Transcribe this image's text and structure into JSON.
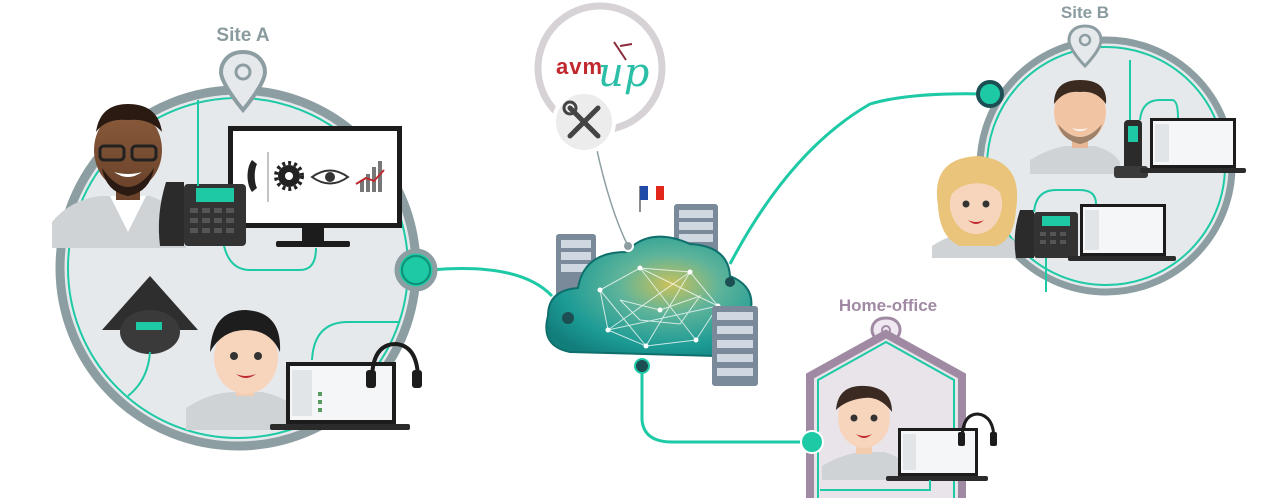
{
  "sites": {
    "site_a": {
      "label": "Site A"
    },
    "site_b": {
      "label": "Site B"
    },
    "home_office": {
      "label": "Home-office"
    }
  },
  "brand": {
    "logo_text": "avm",
    "logo_script": "up"
  },
  "icons": [
    "map-pin-icon",
    "phone-icon",
    "gear-icon",
    "eye-icon",
    "bar-chart-icon",
    "wrench-icon",
    "screwdriver-icon",
    "headset-icon",
    "french-flag-icon"
  ],
  "colors": {
    "accent": "#1ec9a5",
    "ring": "#8d9ea2",
    "house": "#a08aa3",
    "label_site": "#8a9ba0",
    "label_home": "#a08aa3",
    "brand_red": "#c0282e",
    "brand_teal": "#2abfa6"
  }
}
